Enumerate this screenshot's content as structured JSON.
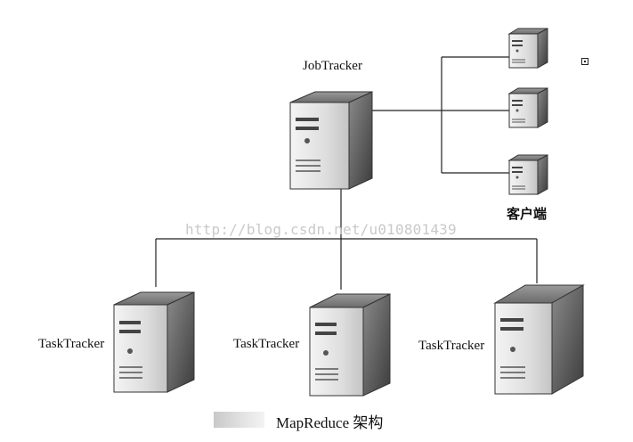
{
  "nodes": {
    "job_tracker": "JobTracker",
    "task_tracker_1": "TaskTracker",
    "task_tracker_2": "TaskTracker",
    "task_tracker_3": "TaskTracker",
    "clients": "客户端"
  },
  "watermark": "http://blog.csdn.net/u010801439",
  "caption": "MapReduce 架构"
}
